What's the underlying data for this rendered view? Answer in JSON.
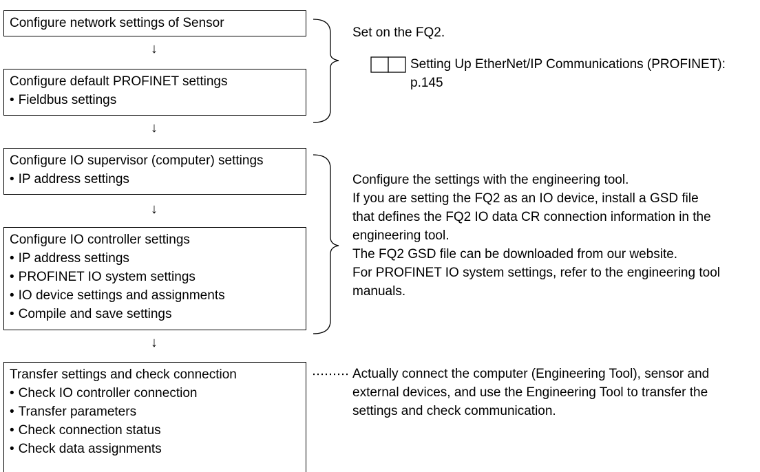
{
  "steps": [
    {
      "title": "Configure network settings of Sensor",
      "items": []
    },
    {
      "title": "Configure default PROFINET settings",
      "items": [
        "Fieldbus settings"
      ]
    },
    {
      "title": "Configure IO supervisor (computer) settings",
      "items": [
        "IP address settings"
      ]
    },
    {
      "title": "Configure IO controller settings",
      "items": [
        "IP address settings",
        "PROFINET IO system settings",
        "IO device settings and assignments",
        "Compile and save settings"
      ]
    },
    {
      "title": "Transfer settings and check connection",
      "items": [
        "Check IO controller connection",
        "Transfer parameters",
        "Check connection status",
        "Check data assignments"
      ]
    }
  ],
  "bullet": "•",
  "arrow_glyph": "↓",
  "notes": {
    "fq2": "Set on the FQ2.",
    "book_ref": {
      "line1": "Setting Up EtherNet/IP Communications (PROFINET):",
      "line2": "p.145"
    },
    "engineering": [
      "Configure the settings with the engineering tool.",
      "If you are setting the FQ2 as an IO device, install a GSD file",
      "that defines the FQ2 IO data CR connection information in the",
      "engineering tool.",
      "The FQ2 GSD file can be downloaded from our website.",
      "For PROFINET IO system settings, refer to the engineering tool",
      "manuals."
    ],
    "transfer": [
      "Actually connect the computer (Engineering Tool), sensor and",
      "external devices, and use the Engineering Tool to transfer the",
      "settings and check communication."
    ]
  }
}
